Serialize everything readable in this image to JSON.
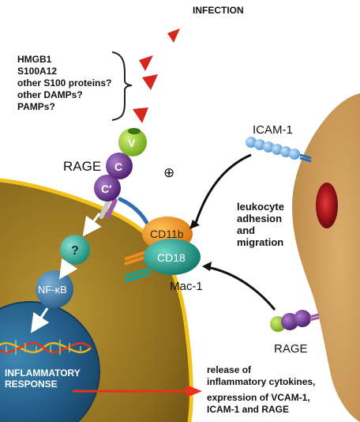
{
  "labels": {
    "infection": "INFECTION",
    "ligands": [
      "HMGB1",
      "S100A12",
      "other S100 proteins?",
      "other DAMPs?",
      "PAMPs?"
    ],
    "rage_left": "RAGE",
    "domain_v": "V",
    "domain_c": "C",
    "domain_c_prime": "C′",
    "unknown": "?",
    "nfkb": "NF-κB",
    "plus": "⊕",
    "icam1": "ICAM-1",
    "leukocyte": [
      "leukocyte",
      "adhesion",
      "and",
      "migration"
    ],
    "cd11b": "CD11b",
    "cd18": "CD18",
    "mac1": "Mac-1",
    "rage_right": "RAGE",
    "inflammatory": [
      "INFLAMMATORY",
      "RESPONSE"
    ],
    "outcome": [
      "release of",
      "inflammatory cytokines,",
      "expression of VCAM-1,",
      "ICAM-1 and RAGE"
    ]
  },
  "colors": {
    "cell": "#9c7b28",
    "cell_edge": "#f2c21b",
    "endothelial": "#c99a5e",
    "nucleus_blue": "#245b86",
    "red_arrow": "#e8321e",
    "v_green": "#9acd2c",
    "c_purple": "#6a2c8e",
    "teal": "#1fa08f",
    "orange": "#f08c1e"
  }
}
